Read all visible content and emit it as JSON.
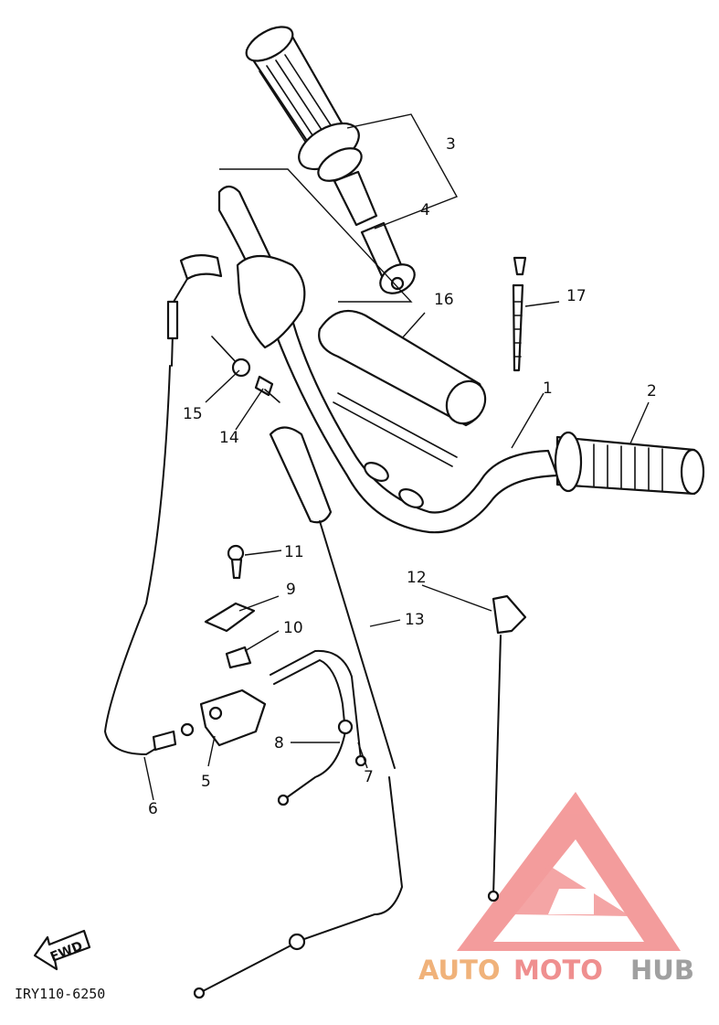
{
  "diagram": {
    "callouts": [
      "1",
      "2",
      "3",
      "4",
      "5",
      "6",
      "7",
      "8",
      "9",
      "10",
      "11",
      "12",
      "13",
      "14",
      "15",
      "16",
      "17"
    ],
    "reference_code": "IRY110-6250",
    "direction_label": "FWD"
  },
  "watermark": {
    "brand_part1": "AUTO",
    "brand_part2": "MOTO",
    "brand_part3": "HUB",
    "colors": {
      "auto": "#f0b27a",
      "moto": "#ef8f8f",
      "hub": "#a0a0a0",
      "logo": "#f28b8b"
    }
  }
}
